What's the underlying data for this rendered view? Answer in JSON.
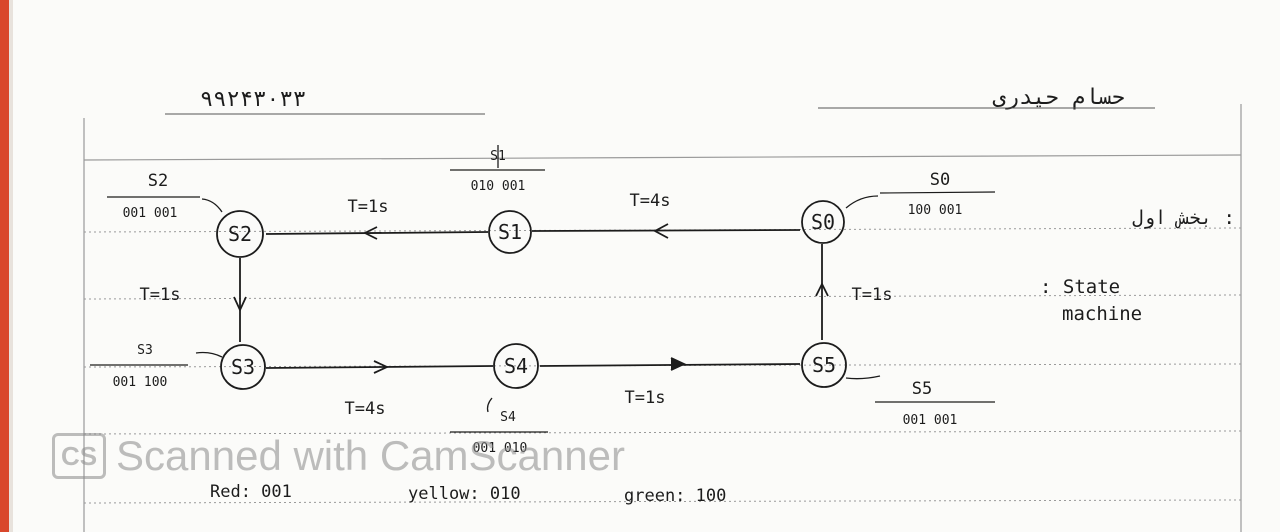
{
  "header": {
    "student_id": "۹۹۲۴۳۰۳۳",
    "author_name": "حسام حیدری"
  },
  "side_notes": {
    "part_label": "بخش اول :",
    "machine_label_line1": ": State",
    "machine_label_line2": "machine"
  },
  "states": [
    {
      "id": "s0",
      "node_label": "S0",
      "caption_name": "S0",
      "caption_code": "100 001"
    },
    {
      "id": "s1",
      "node_label": "S1",
      "caption_name": "S1",
      "caption_code": "010 001"
    },
    {
      "id": "s2",
      "node_label": "S2",
      "caption_name": "S2",
      "caption_code": "001 001"
    },
    {
      "id": "s3",
      "node_label": "S3",
      "caption_name": "S3",
      "caption_code": "001 100"
    },
    {
      "id": "s4",
      "node_label": "S4",
      "caption_name": "S4",
      "caption_code": "001 010"
    },
    {
      "id": "s5",
      "node_label": "S5",
      "caption_name": "S5",
      "caption_code": "001 001"
    }
  ],
  "transitions": [
    {
      "from": "S0",
      "to": "S1",
      "label": "T=4s"
    },
    {
      "from": "S1",
      "to": "S2",
      "label": "T=1s"
    },
    {
      "from": "S2",
      "to": "S3",
      "label": "T=1s"
    },
    {
      "from": "S3",
      "to": "S4",
      "label": "T=4s"
    },
    {
      "from": "S4",
      "to": "S5",
      "label": "T=1s"
    },
    {
      "from": "S5",
      "to": "S0",
      "label": "T=1s"
    }
  ],
  "legend": {
    "red": "Red: 001",
    "yellow": "yellow: 010",
    "green": "green: 100"
  },
  "watermark": {
    "badge": "CS",
    "text": "Scanned with CamScanner"
  },
  "colors": {
    "paper": "#fbfbf9",
    "ink": "#1c1c1c",
    "rule": "#9a9a9a",
    "watermark": "#8a8a8a",
    "left_edge": "#d9472b"
  }
}
